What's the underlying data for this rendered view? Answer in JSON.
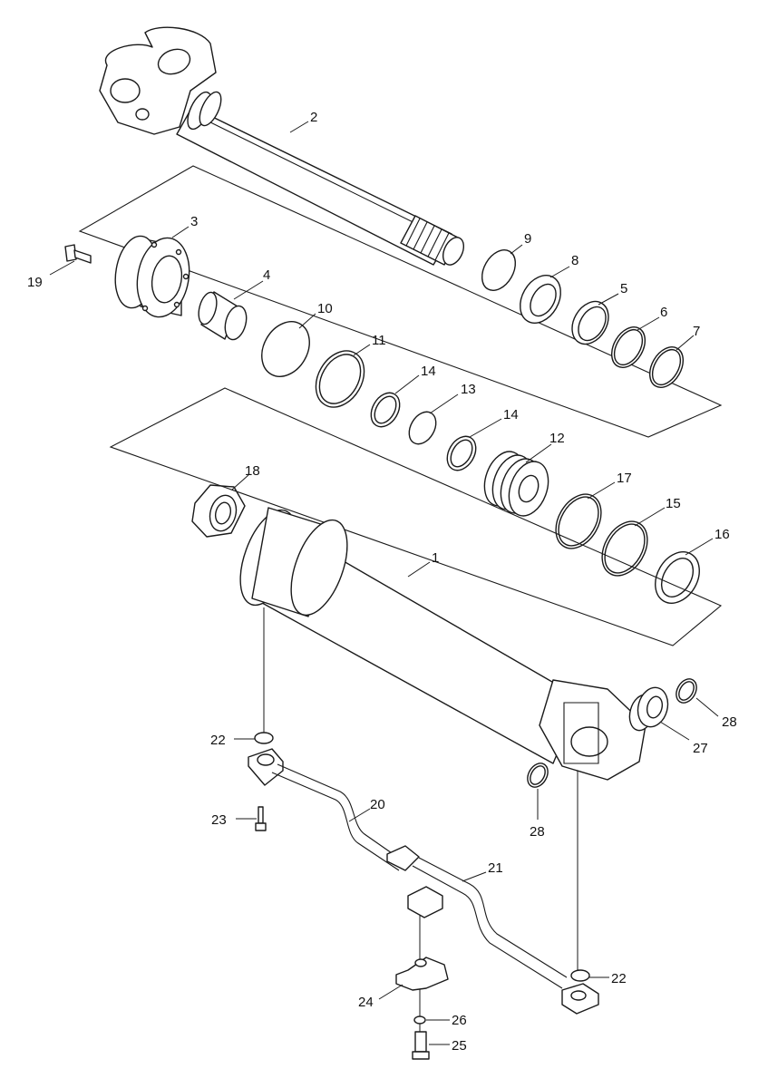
{
  "diagram": {
    "background": "#ffffff",
    "line_color": "#1a1a1a",
    "labels": [
      "2",
      "3",
      "19",
      "4",
      "9",
      "8",
      "5",
      "6",
      "7",
      "10",
      "11",
      "14",
      "13",
      "14",
      "12",
      "18",
      "17",
      "15",
      "16",
      "1",
      "28",
      "27",
      "22",
      "28",
      "23",
      "20",
      "21",
      "22",
      "24",
      "26",
      "25"
    ]
  }
}
